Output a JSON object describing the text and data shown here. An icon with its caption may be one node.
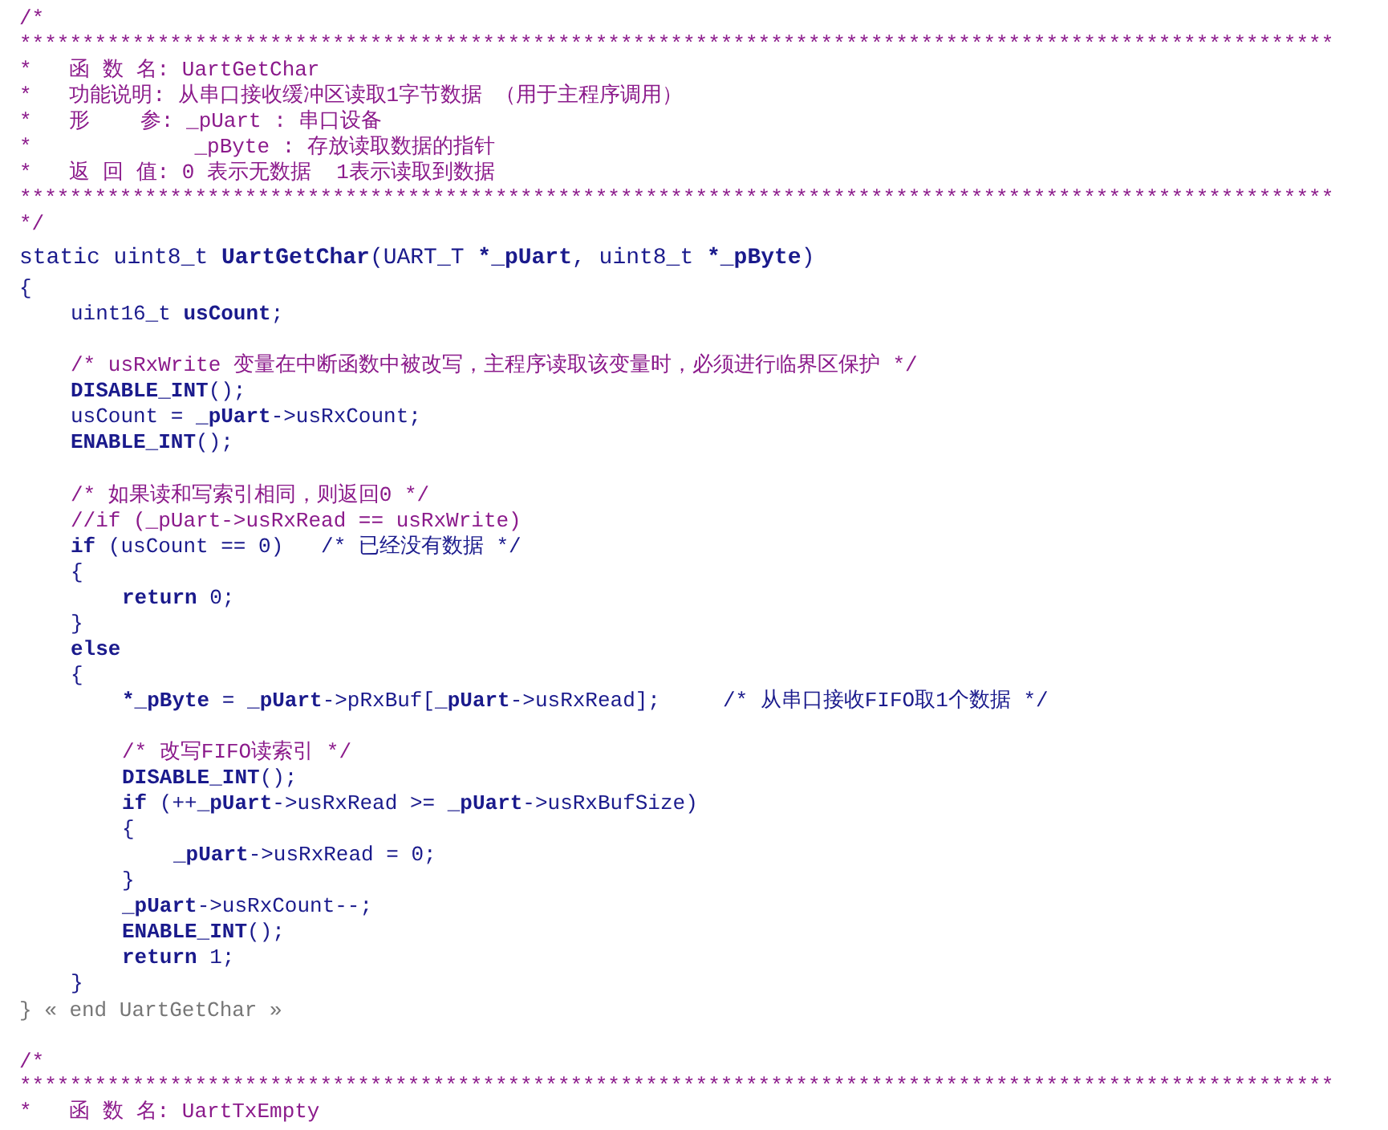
{
  "diagram": {
    "labels": [
      "/*",
      "*********************************************************************************************************",
      "*   函 数 名: UartGetChar",
      "*   功能说明: 从串口接收缓冲区读取1字节数据 （用于主程序调用）",
      "*   形    参: _pUart : 串口设备",
      "*             _pByte : 存放读取数据的指针",
      "*   返 回 值: 0 表示无数据  1表示读取到数据",
      "*********************************************************************************************************",
      "*/",
      "static uint8_t **UartGetChar**(UART_T ***_pUart**, uint8_t ***_pByte**)",
      "{",
      "uint16_t **usCount**;",
      "/* usRxWrite 变量在中断函数中被改写，主程序读取该变量时，必须进行临界区保护 */",
      "**DISABLE_INT**();",
      "usCount = **_pUart**->usRxCount;",
      "**ENABLE_INT**();",
      "/* 如果读和写索引相同，则返回0 */",
      "//if (_pUart->usRxRead == usRxWrite)",
      "**if** (usCount == 0)   /* 已经没有数据 */",
      "{",
      "**return** 0;",
      "}",
      "**else**",
      "{",
      "***_pByte** = **_pUart**->pRxBuf[**_pUart**->usRxRead];     /* 从串口接收FIFO取1个数据 */",
      "/* 改写FIFO读索引 */",
      "**DISABLE_INT**();",
      "**if** (++**_pUart**->usRxRead >= **_pUart**->usRxBufSize)",
      "{",
      "**_pUart**->usRxRead = 0;",
      "}",
      "**_pUart**->usRxCount--;",
      "**ENABLE_INT**();",
      "**return** 1;",
      "}",
      "} « end UartGetChar »",
      "/*",
      "*********************************************************************************************************",
      "*   函 数 名: UartTxEmpty"
    ]
  }
}
